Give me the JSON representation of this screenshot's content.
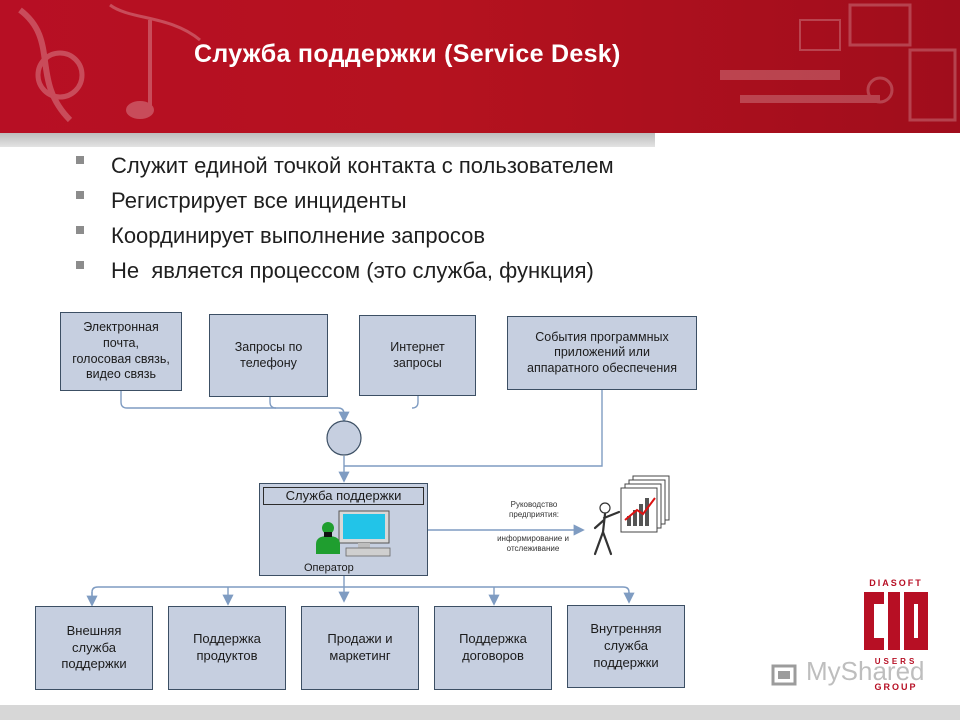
{
  "slide": {
    "title": "Служба поддержки (Service Desk)",
    "bullets": [
      "Служит единой точкой контакта с пользователем",
      "Регистрирует все инциденты",
      "Координирует выполнение запросов",
      "Не  является процессом (это служба, функция)"
    ]
  },
  "diagram": {
    "inputs": [
      "Электронная\nпочта,\nголосовая связь,\nвидео связь",
      "Запросы по\nтелефону",
      "Интернет\nзапросы",
      "События программных\nприложений или\nаппаратного обеспечения"
    ],
    "service_desk": {
      "title": "Служба поддержки",
      "operator_label": "Оператор"
    },
    "management": {
      "label": "Руководство\nпредприятия:",
      "action": "информирование и\nотслеживание"
    },
    "outputs": [
      "Внешняя\nслужба\nподдержки",
      "Поддержка\nпродуктов",
      "Продажи и\nмаркетинг",
      "Поддержка\nдоговоров",
      "Внутренняя\nслужба\nподдержки"
    ]
  },
  "branding": {
    "logo_top": "DIASOFT",
    "logo_main": "CIO",
    "logo_bottom": "GROUP",
    "watermark": "MyShared"
  },
  "colors": {
    "header": "#b5121f",
    "box_fill": "#c6cfe0",
    "connector": "#7f9cc2",
    "logo": "#b70f24"
  }
}
